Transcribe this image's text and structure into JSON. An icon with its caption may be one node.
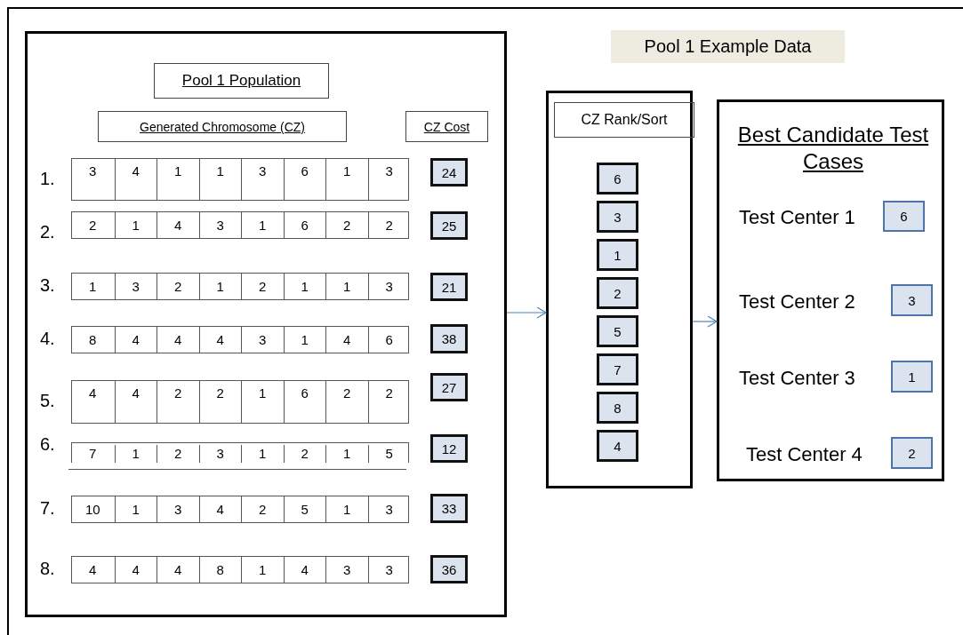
{
  "diagram": {
    "nodes": [
      {
        "text": [],
        "shape": "box"
      },
      {
        "text": [
          "Pool 1 Population"
        ],
        "in": 0
      },
      {
        "text": [
          "Generated Chromosome  (CZ)"
        ],
        "in": 0
      },
      {
        "text": [
          "CZ Cost"
        ],
        "in": 0
      },
      {
        "text": [
          "3",
          "4",
          "1",
          "1",
          "3",
          "6",
          "1",
          "3"
        ],
        "in": 0,
        "beside": [
          "1."
        ]
      },
      {
        "text": [
          "2",
          "1",
          "4",
          "3",
          "1",
          "6",
          "2",
          "2"
        ],
        "in": 0,
        "beside": [
          "2."
        ]
      },
      {
        "text": [
          "1",
          "3",
          "2",
          "1",
          "2",
          "1",
          "1",
          "3"
        ],
        "in": 0,
        "beside": [
          "3."
        ]
      },
      {
        "text": [
          "8",
          "4",
          "4",
          "4",
          "3",
          "1",
          "4",
          "6"
        ],
        "in": 0,
        "beside": [
          "4."
        ]
      },
      {
        "text": [
          "4",
          "4",
          "2",
          "2",
          "1",
          "6",
          "2",
          "2"
        ],
        "in": 0,
        "beside": [
          "5."
        ]
      },
      {
        "text": [
          "7",
          "1",
          "2",
          "3",
          "1",
          "2",
          "1",
          "5"
        ],
        "in": 0,
        "beside": [
          "6."
        ]
      },
      {
        "text": [
          "10",
          "1",
          "3",
          "4",
          "2",
          "5",
          "1",
          "3"
        ],
        "in": 0,
        "beside": [
          "7."
        ]
      },
      {
        "text": [
          "4",
          "4",
          "4",
          "8",
          "1",
          "4",
          "3",
          "3"
        ],
        "in": 0,
        "beside": [
          "8."
        ]
      },
      {
        "text": [
          "24"
        ],
        "in": 0
      },
      {
        "text": [
          "25"
        ],
        "in": 0
      },
      {
        "text": [
          "21"
        ],
        "in": 0
      },
      {
        "text": [
          "38"
        ],
        "in": 0
      },
      {
        "text": [
          "27"
        ],
        "in": 0
      },
      {
        "text": [
          "12"
        ],
        "in": 0
      },
      {
        "text": [
          "33"
        ],
        "in": 0
      },
      {
        "text": [
          "36"
        ],
        "in": 0
      },
      {
        "text": [
          "Pool 1 Example Data"
        ]
      },
      {
        "text": [],
        "shape": "box"
      },
      {
        "text": [
          "CZ Rank/Sort"
        ],
        "in": 21
      },
      {
        "text": [
          "6"
        ],
        "in": 21
      },
      {
        "text": [
          "3"
        ],
        "in": 21
      },
      {
        "text": [
          "1"
        ],
        "in": 21
      },
      {
        "text": [
          "2"
        ],
        "in": 21
      },
      {
        "text": [
          "5"
        ],
        "in": 21
      },
      {
        "text": [
          "7"
        ],
        "in": 21
      },
      {
        "text": [
          "8"
        ],
        "in": 21
      },
      {
        "text": [
          "4"
        ],
        "in": 21
      },
      {
        "text": [
          "Best Candidate Test Cases"
        ]
      },
      {
        "text": [
          "6"
        ],
        "in": 31,
        "beside": [
          "Test Center 1"
        ]
      },
      {
        "text": [
          "3"
        ],
        "in": 31,
        "beside": [
          "Test Center 2"
        ]
      },
      {
        "text": [
          "1"
        ],
        "in": 31,
        "beside": [
          "Test Center 3"
        ]
      },
      {
        "text": [
          "2"
        ],
        "in": 31,
        "beside": [
          "Test Center 4"
        ]
      }
    ],
    "edges": [
      {
        "from": 0,
        "to": 21,
        "arrow": "to"
      },
      {
        "from": 21,
        "to": 31,
        "arrow": "to"
      }
    ]
  }
}
